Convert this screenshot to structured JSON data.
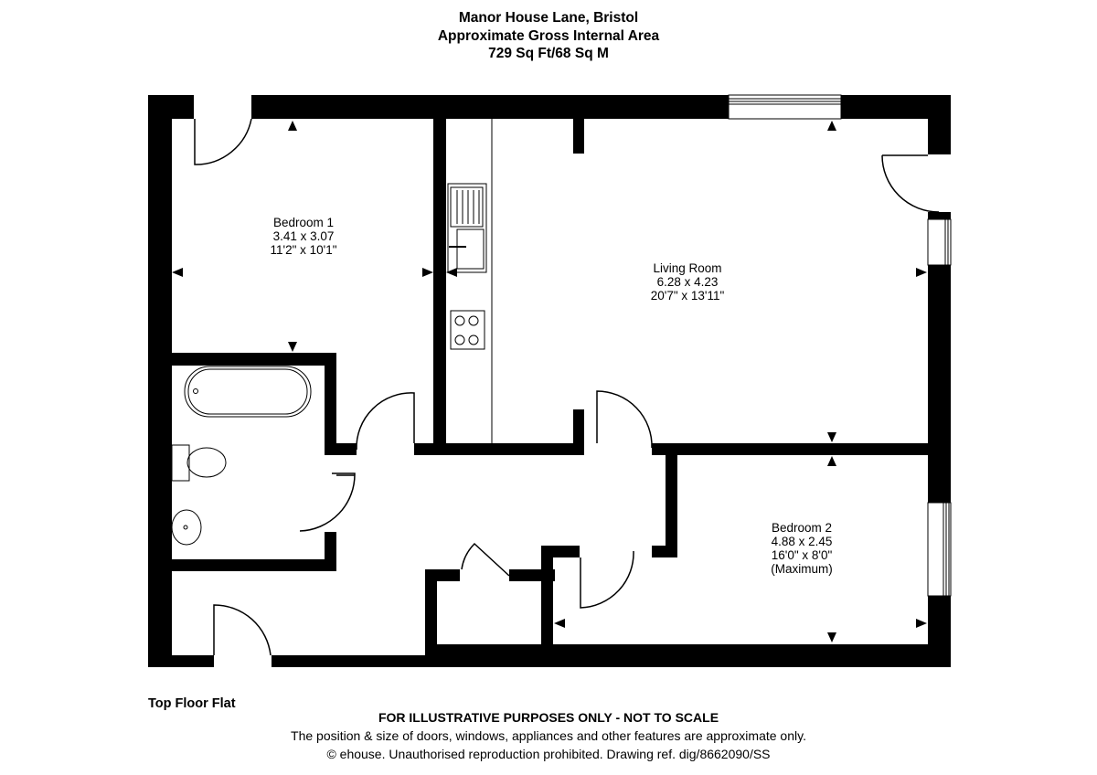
{
  "header": {
    "address": "Manor House Lane, Bristol",
    "area_title": "Approximate Gross Internal Area",
    "area_value": "729 Sq Ft/68 Sq M"
  },
  "rooms": {
    "bedroom1": {
      "name": "Bedroom 1",
      "metric": "3.41 x 3.07",
      "imperial": "11'2\" x 10'1\""
    },
    "living_room": {
      "name": "Living Room",
      "metric": "6.28 x 4.23",
      "imperial": "20'7\" x 13'11\""
    },
    "bedroom2": {
      "name": "Bedroom 2",
      "metric": "4.88 x 2.45",
      "imperial": "16'0\" x 8'0\"",
      "note": "(Maximum)"
    }
  },
  "floor_label": "Top Floor Flat",
  "footer": {
    "disclaimer": "FOR ILLUSTRATIVE PURPOSES ONLY - NOT TO SCALE",
    "note": "The position & size of doors, windows, appliances and other features are approximate only.",
    "copyright": "© ehouse. Unauthorised reproduction prohibited. Drawing ref. dig/8662090/SS"
  },
  "colors": {
    "wall": "#000000",
    "background": "#ffffff"
  },
  "icons": [
    "dimension-arrow-icon",
    "door-swing-icon",
    "window-icon",
    "sink-icon",
    "hob-icon",
    "bath-icon",
    "toilet-icon",
    "basin-icon"
  ]
}
